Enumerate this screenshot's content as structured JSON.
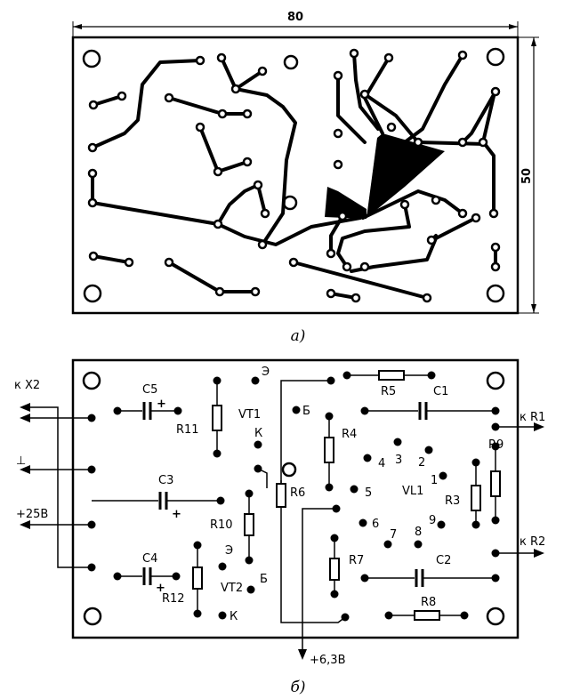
{
  "top_view": {
    "caption": "а)",
    "width_dim": "80",
    "height_dim": "50"
  },
  "bottom_view": {
    "caption": "б)",
    "left_labels": {
      "x2": "к X2",
      "ground": "⊥",
      "plus25": "+25В"
    },
    "right_labels": {
      "r1": "к R1",
      "r2": "к R2"
    },
    "bottom_label": "+6,3В",
    "components": {
      "c5": "C5",
      "r11": "R11",
      "vt1": "VT1",
      "vt1_e": "Э",
      "vt1_b": "Б",
      "vt1_k": "К",
      "r5": "R5",
      "c1": "C1",
      "r4": "R4",
      "r9": "R9",
      "vl1": "VL1",
      "pin1": "1",
      "pin2": "2",
      "pin3": "3",
      "pin4": "4",
      "pin5": "5",
      "pin6": "6",
      "pin7": "7",
      "pin8": "8",
      "pin9": "9",
      "r3": "R3",
      "c3": "C3",
      "r6": "R6",
      "r10": "R10",
      "r7": "R7",
      "c2": "C2",
      "c4": "C4",
      "r12": "R12",
      "vt2": "VT2",
      "vt2_e": "Э",
      "vt2_b": "Б",
      "vt2_k": "К",
      "r8": "R8"
    }
  }
}
